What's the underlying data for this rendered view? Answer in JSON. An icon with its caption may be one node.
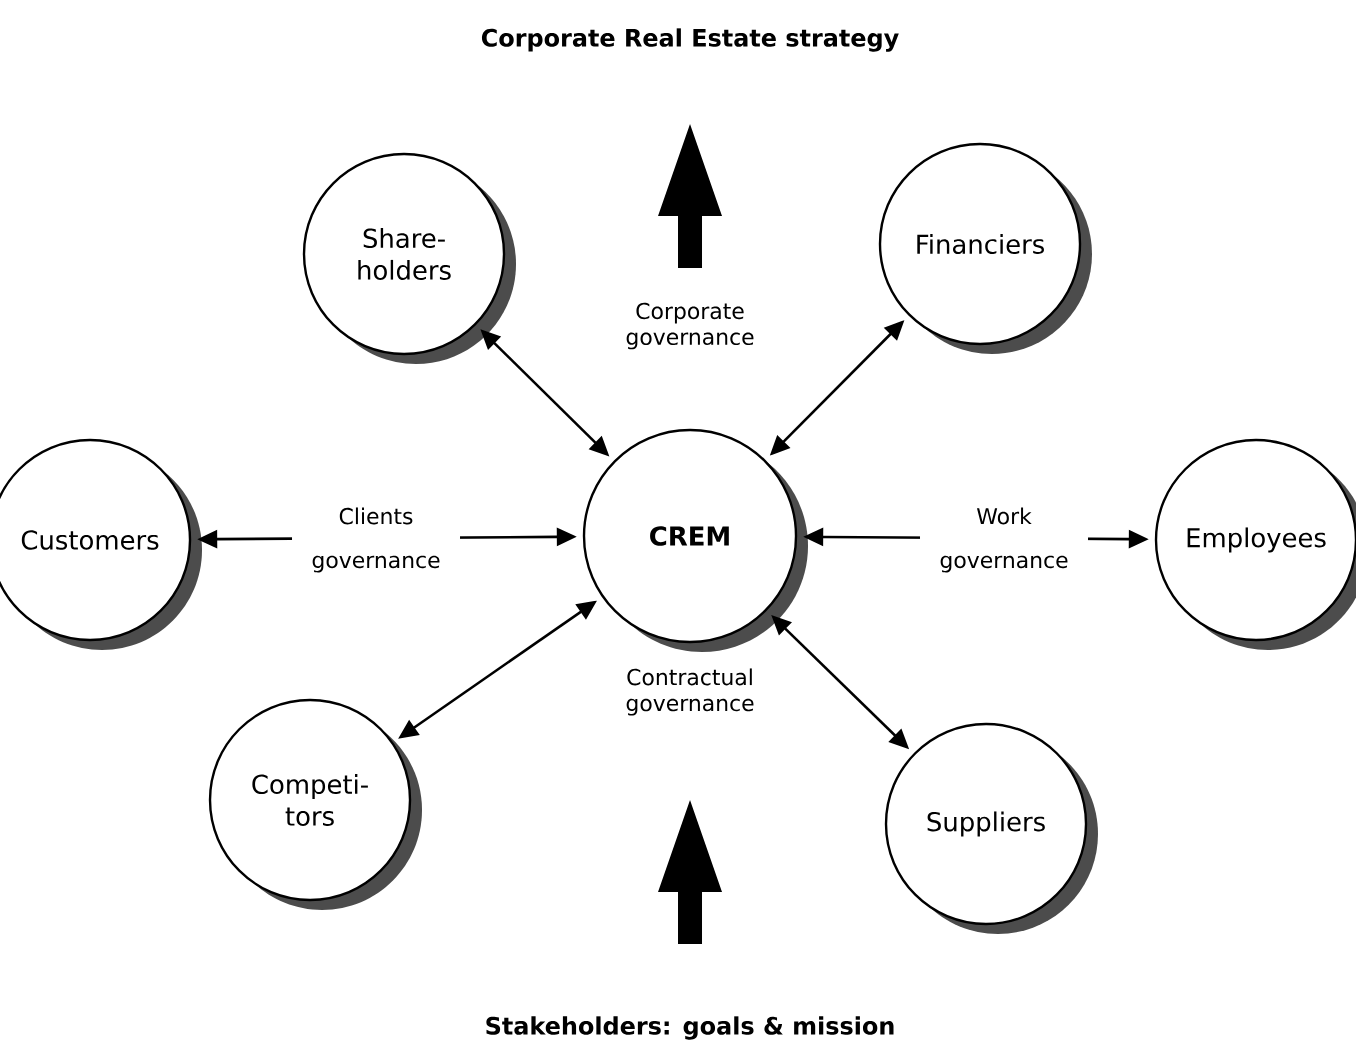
{
  "diagram": {
    "title": "Corporate Real Estate strategy",
    "caption": "Stakeholders: goals & mission",
    "nodes": [
      {
        "text": [
          "CREM"
        ]
      },
      {
        "text": [
          "Share-holders"
        ]
      },
      {
        "text": [
          "Financiers"
        ]
      },
      {
        "text": [
          "Customers"
        ]
      },
      {
        "text": [
          "Employees"
        ]
      },
      {
        "text": [
          "Competi-tors"
        ]
      },
      {
        "text": [
          "Suppliers"
        ]
      }
    ],
    "edges": [
      {
        "from": 1,
        "to": 0,
        "arrow": "both"
      },
      {
        "from": 2,
        "to": 0,
        "arrow": "both"
      },
      {
        "from": 3,
        "to": 0,
        "arrow": "both",
        "label": "Clients governance"
      },
      {
        "from": 4,
        "to": 0,
        "arrow": "both",
        "label": "Work governance"
      },
      {
        "from": 5,
        "to": 0,
        "arrow": "both"
      },
      {
        "from": 6,
        "to": 0,
        "arrow": "both"
      }
    ],
    "labels": [
      "Corporate governance",
      "Contractual governance"
    ]
  }
}
